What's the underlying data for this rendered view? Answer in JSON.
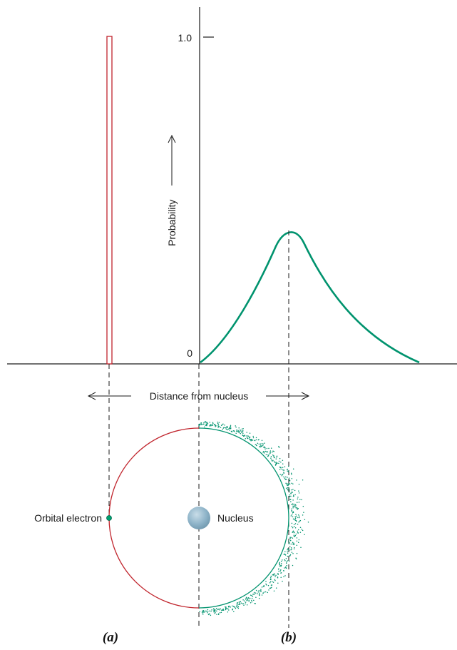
{
  "axis": {
    "y_label": "Probability",
    "y_tick_top": "1.0",
    "y_tick_zero": "0",
    "x_label": "Distance from nucleus"
  },
  "labels": {
    "orbital_electron": "Orbital electron",
    "nucleus": "Nucleus"
  },
  "captions": {
    "a": "(a)",
    "b": "(b)"
  },
  "colors": {
    "bohr": "#c0242c",
    "wave": "#00936e",
    "nucleus": "#8fb4c9",
    "axis": "#1a1a1a"
  }
}
